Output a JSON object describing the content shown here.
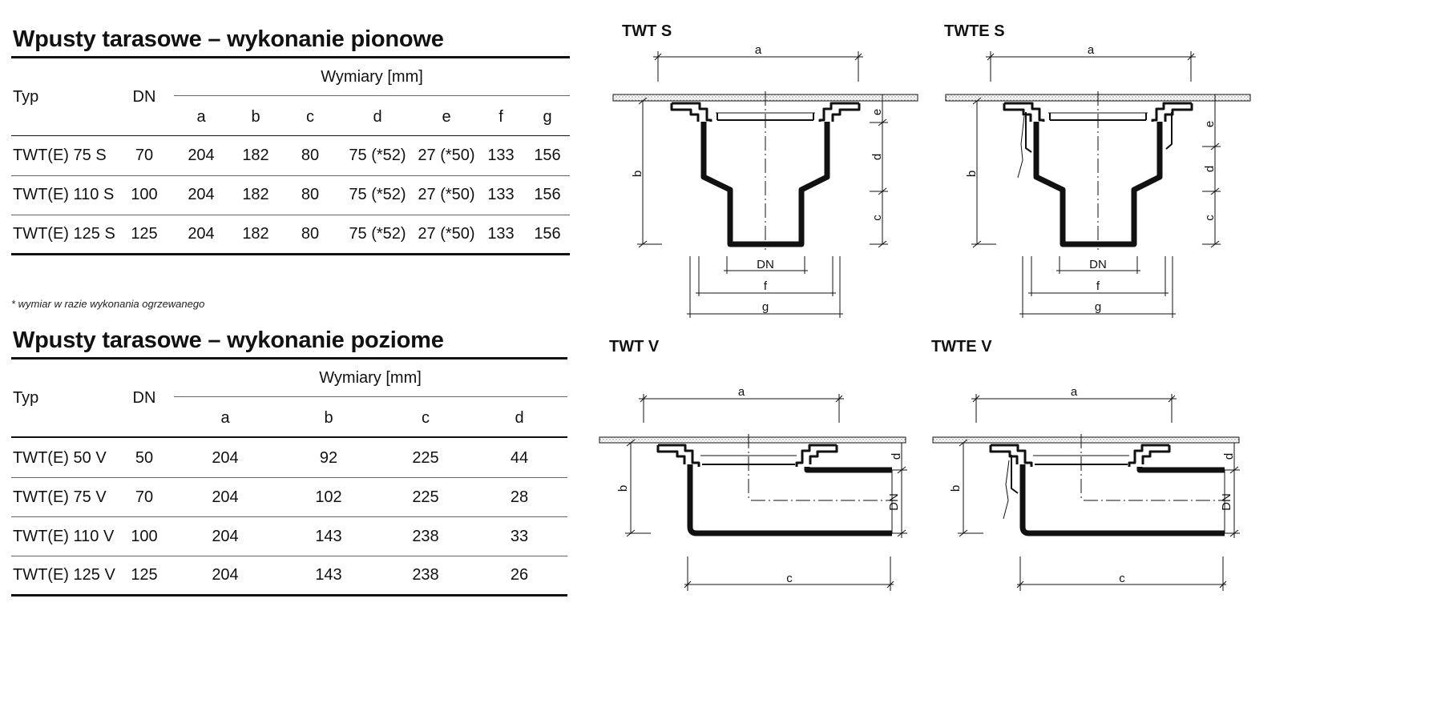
{
  "vertical": {
    "title": "Wpusty tarasowe – wykonanie pionowe",
    "col_typ": "Typ",
    "col_dn": "DN",
    "group_header": "Wymiary [mm]",
    "dims": [
      "a",
      "b",
      "c",
      "d",
      "e",
      "f",
      "g"
    ],
    "rows": [
      {
        "typ": "TWT(E) 75 S",
        "dn": "70",
        "v": [
          "204",
          "182",
          "80",
          "75 (*52)",
          "27 (*50)",
          "133",
          "156"
        ]
      },
      {
        "typ": "TWT(E) 110 S",
        "dn": "100",
        "v": [
          "204",
          "182",
          "80",
          "75 (*52)",
          "27 (*50)",
          "133",
          "156"
        ]
      },
      {
        "typ": "TWT(E) 125 S",
        "dn": "125",
        "v": [
          "204",
          "182",
          "80",
          "75 (*52)",
          "27 (*50)",
          "133",
          "156"
        ]
      }
    ],
    "note": "* wymiar w razie wykonania ogrzewanego"
  },
  "horizontal": {
    "title": "Wpusty tarasowe – wykonanie poziome",
    "col_typ": "Typ",
    "col_dn": "DN",
    "group_header": "Wymiary [mm]",
    "dims": [
      "a",
      "b",
      "c",
      "d"
    ],
    "rows": [
      {
        "typ": "TWT(E) 50 V",
        "dn": "50",
        "v": [
          "204",
          "92",
          "225",
          "44"
        ]
      },
      {
        "typ": "TWT(E) 75 V",
        "dn": "70",
        "v": [
          "204",
          "102",
          "225",
          "28"
        ]
      },
      {
        "typ": "TWT(E) 110 V",
        "dn": "100",
        "v": [
          "204",
          "143",
          "238",
          "33"
        ]
      },
      {
        "typ": "TWT(E) 125 V",
        "dn": "125",
        "v": [
          "204",
          "143",
          "238",
          "26"
        ]
      }
    ]
  },
  "drawings": {
    "twt_s": {
      "label": "TWT S",
      "a": "a",
      "b": "b",
      "c": "c",
      "d": "d",
      "e": "e",
      "dn": "DN",
      "f": "f",
      "g": "g"
    },
    "twte_s": {
      "label": "TWTE S",
      "a": "a",
      "b": "b",
      "c": "c",
      "d": "d",
      "e": "e",
      "dn": "DN",
      "f": "f",
      "g": "g"
    },
    "twt_v": {
      "label": "TWT V",
      "a": "a",
      "b": "b",
      "c": "c",
      "d": "d",
      "dn": "DN"
    },
    "twte_v": {
      "label": "TWTE V",
      "a": "a",
      "b": "b",
      "c": "c",
      "d": "d",
      "dn": "DN"
    }
  }
}
